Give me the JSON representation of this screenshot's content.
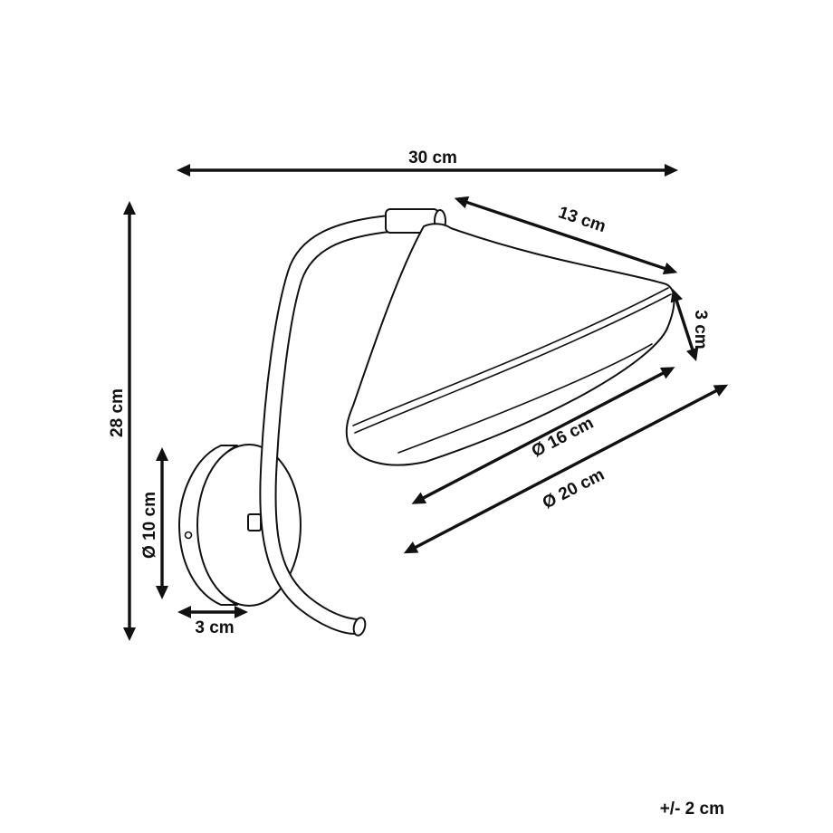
{
  "dimensions": {
    "width": "30 cm",
    "height": "28 cm",
    "shade_length": "13 cm",
    "shade_height": "3 cm",
    "shade_inner_diameter": "Ø 16 cm",
    "shade_outer_diameter": "Ø 20 cm",
    "base_diameter": "Ø 10 cm",
    "base_depth": "3 cm"
  },
  "tolerance": "+/- 2 cm"
}
